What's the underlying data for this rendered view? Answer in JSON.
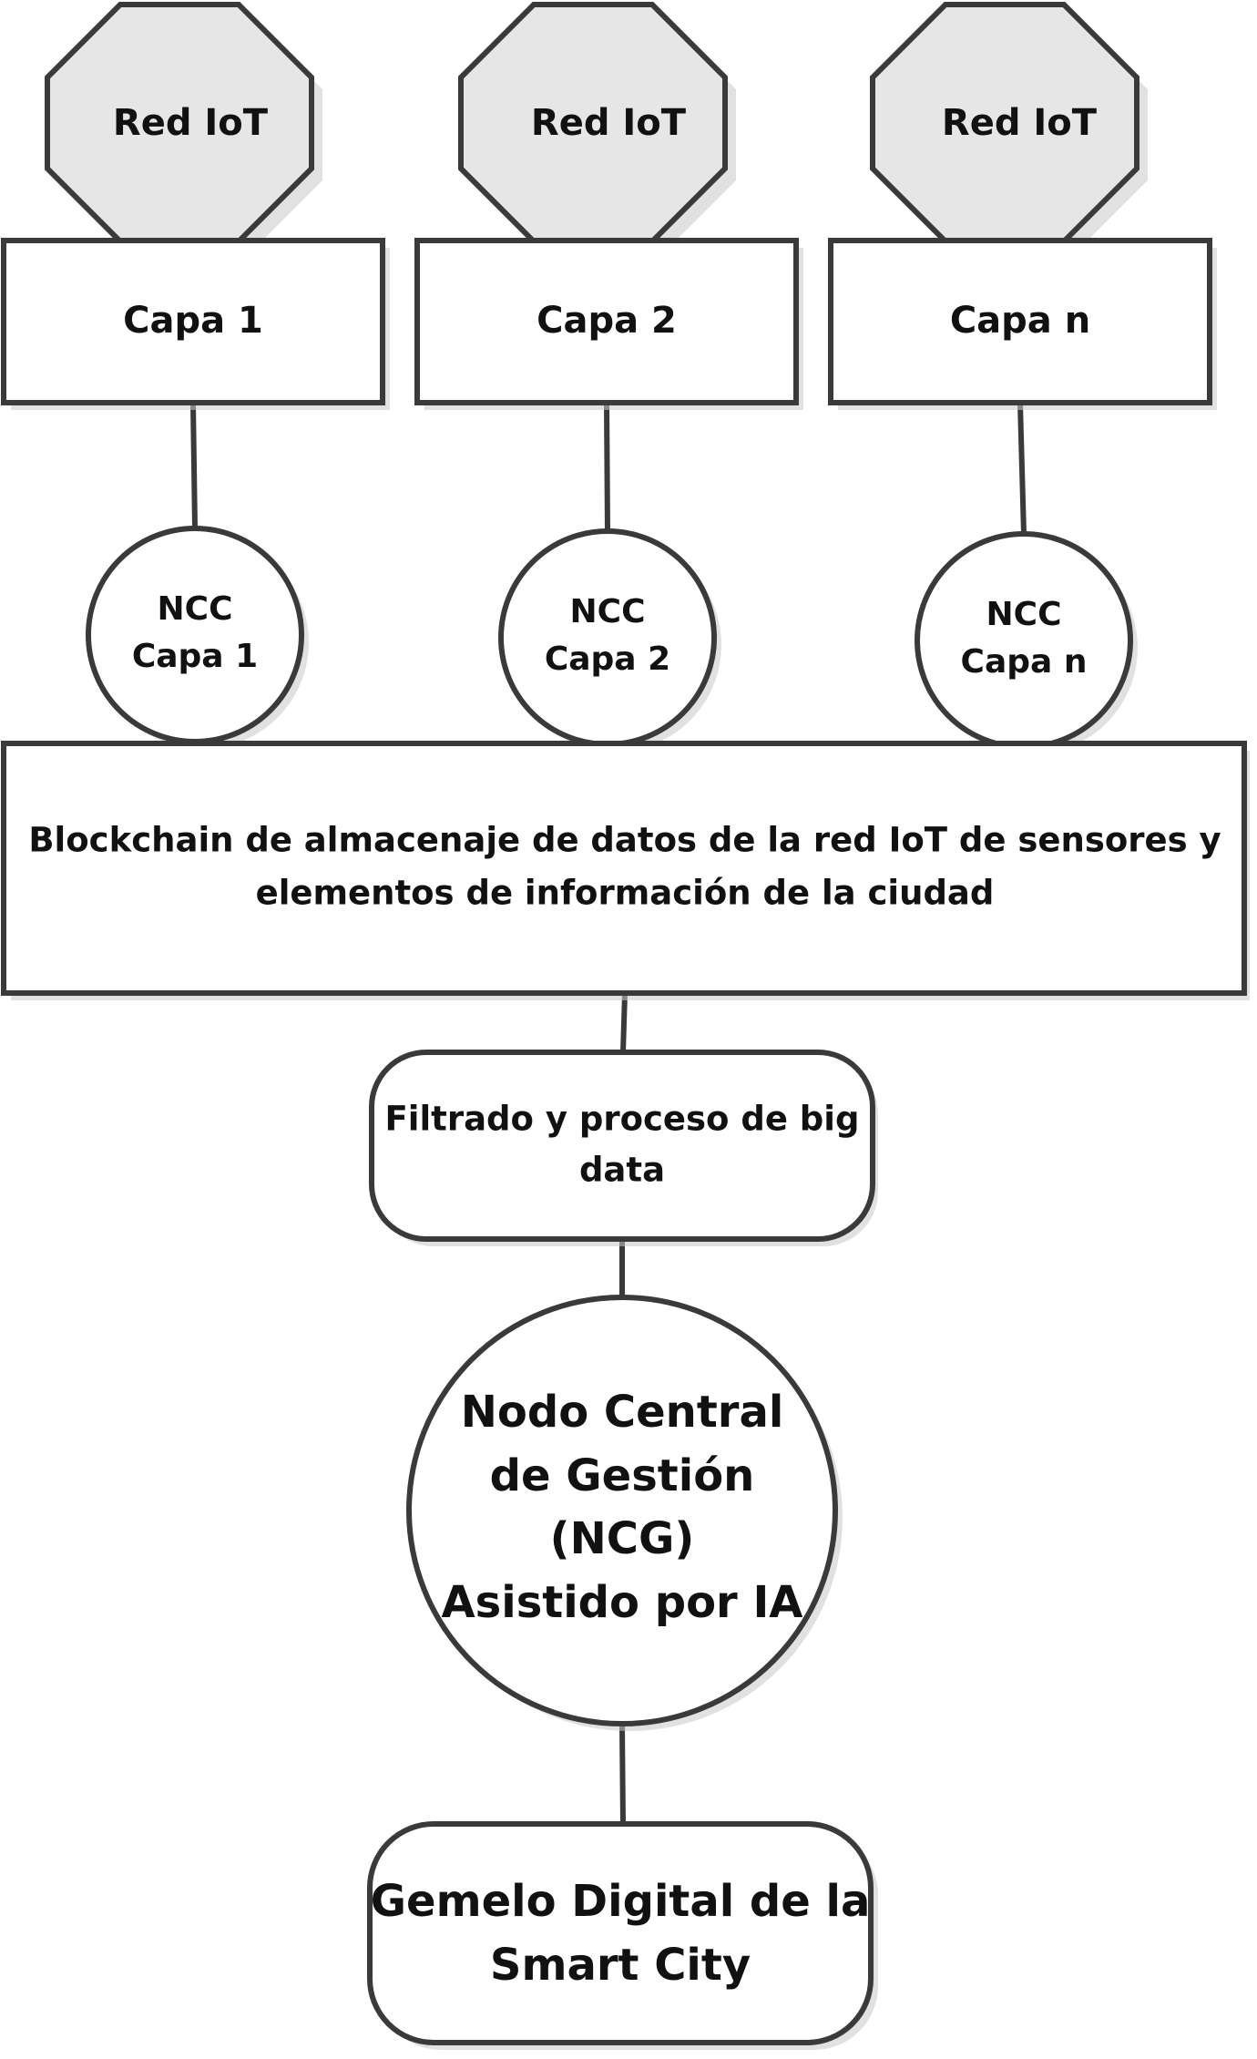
{
  "diagram": {
    "iot_networks": [
      "Red IoT",
      "Red IoT",
      "Red IoT"
    ],
    "layers": [
      "Capa 1",
      "Capa 2",
      "Capa n"
    ],
    "ncc_nodes": [
      [
        "NCC",
        "Capa 1"
      ],
      [
        "NCC",
        "Capa 2"
      ],
      [
        "NCC",
        "Capa n"
      ]
    ],
    "blockchain": [
      "Blockchain de almacenaje de datos de la red IoT de sensores y",
      "elementos de información de la ciudad"
    ],
    "big_data": [
      "Filtrado y proceso de big",
      "data"
    ],
    "central_node": [
      "Nodo Central",
      "de Gestión",
      "(NCG)",
      "Asistido por IA"
    ],
    "digital_twin": [
      "Gemelo Digital de la",
      "Smart City"
    ]
  },
  "colors": {
    "octagon_fill": "#e6e6e6",
    "box_fill": "#ffffff",
    "stroke": "#3a3a3a",
    "text": "#111111"
  }
}
